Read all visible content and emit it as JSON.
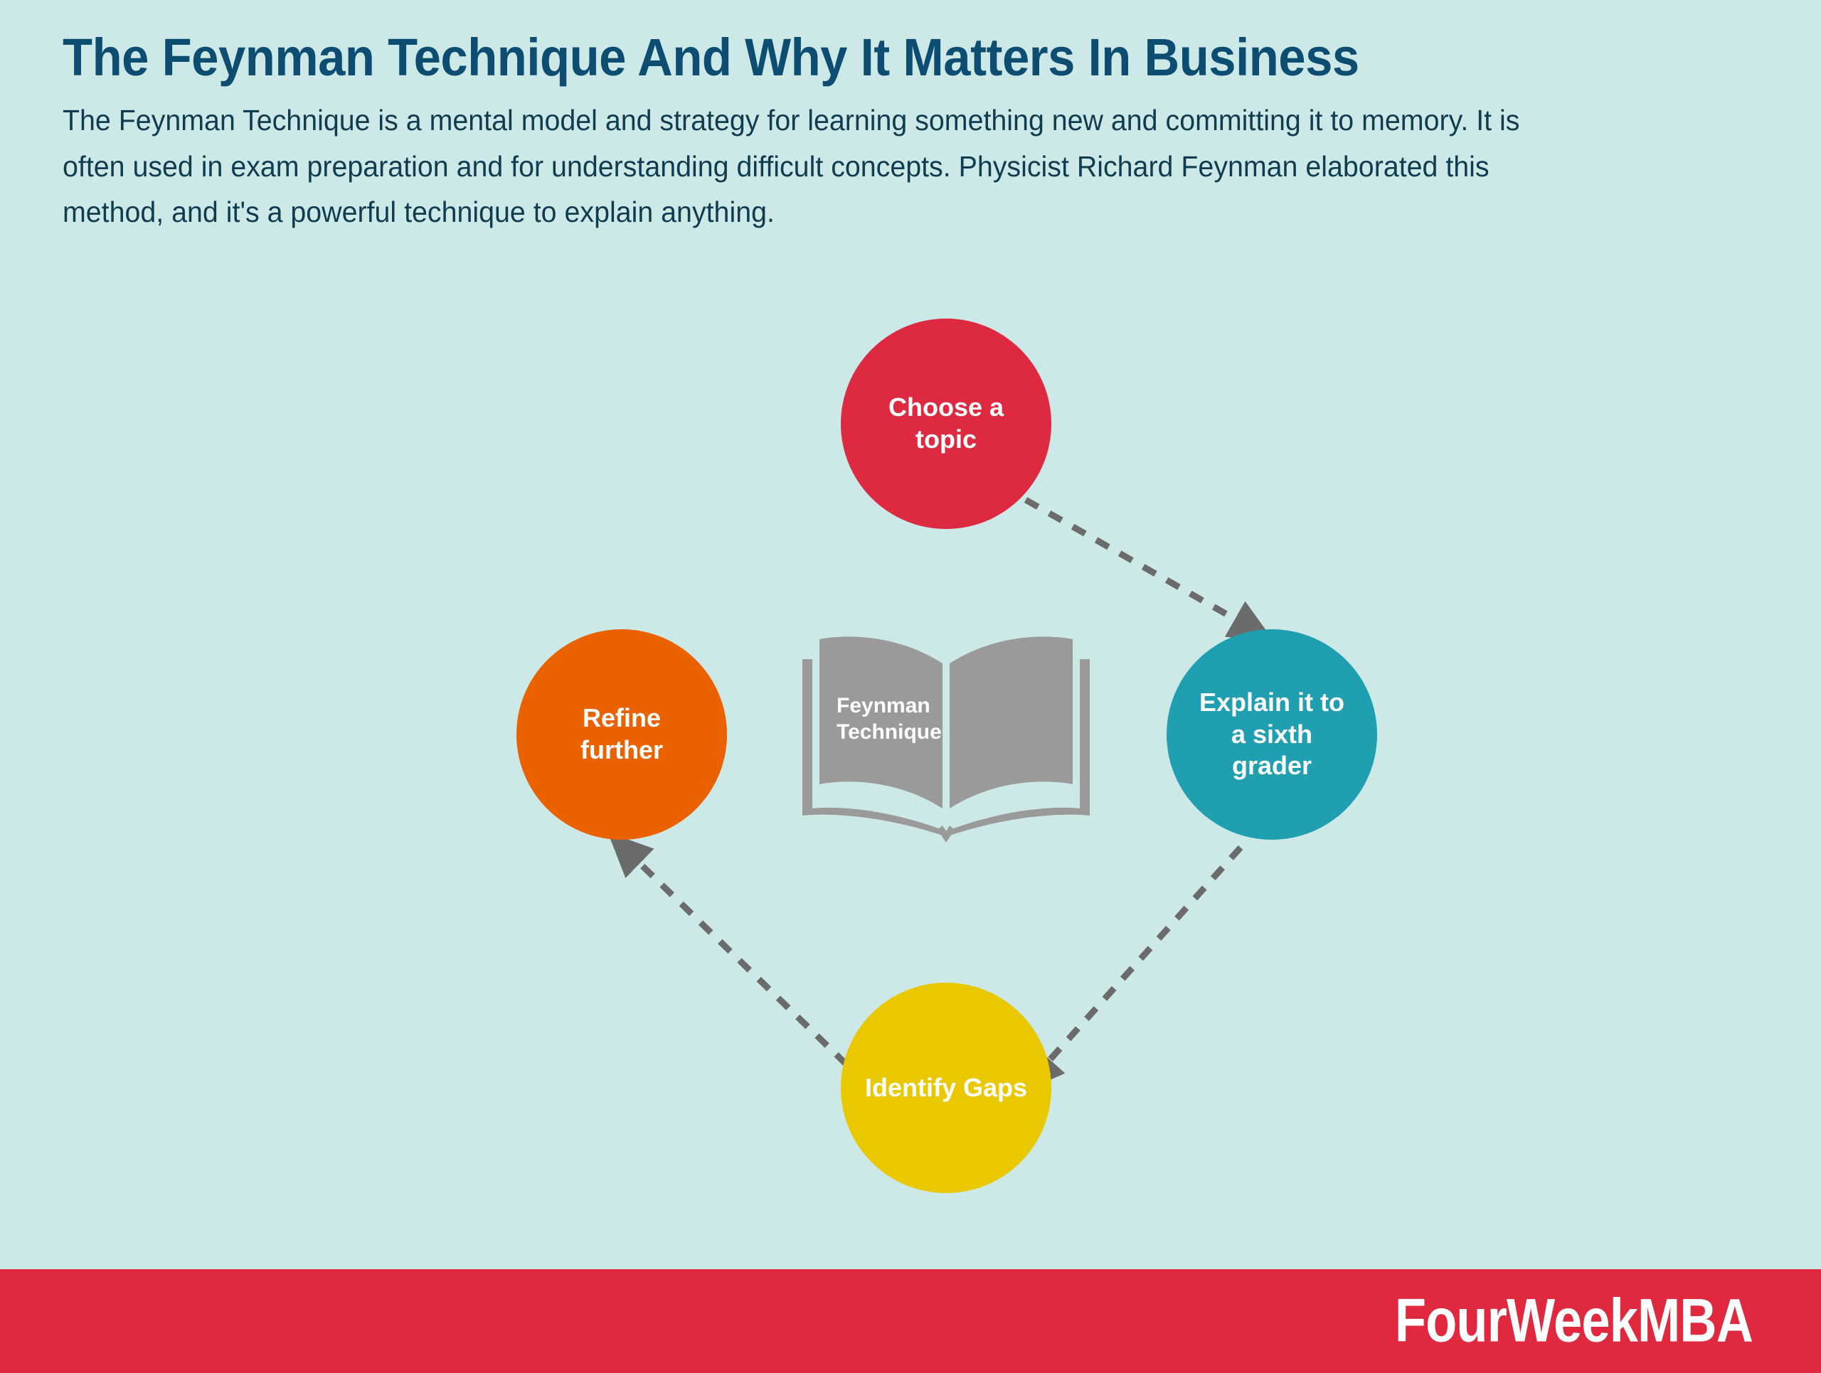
{
  "header": {
    "title": "The Feynman Technique And Why It Matters In Business",
    "subtitle": "The Feynman Technique is a mental model and strategy for learning something new and committing it to memory. It is often used in exam preparation and for understanding difficult concepts. Physicist Richard Feynman elaborated this method, and it's a powerful technique to explain anything."
  },
  "diagram": {
    "center": {
      "icon": "open-book-icon",
      "label_line1": "Feynman",
      "label_line2": "Technique",
      "color": "#9a9a9a"
    },
    "nodes": [
      {
        "id": "choose-topic",
        "label_line1": "Choose a",
        "label_line2": "topic",
        "color": "#de2a41",
        "position": "top"
      },
      {
        "id": "explain",
        "label_line1": "Explain it to",
        "label_line2": "a sixth",
        "label_line3": "grader",
        "color": "#1f9fb0",
        "position": "right"
      },
      {
        "id": "identify-gaps",
        "label_line1": "Identify Gaps",
        "color": "#eac800",
        "position": "bottom"
      },
      {
        "id": "refine",
        "label_line1": "Refine",
        "label_line2": "further",
        "color": "#ea6100",
        "position": "left"
      }
    ],
    "connectors": [
      {
        "from": "choose-topic",
        "to": "explain",
        "style": "dashed-arrow",
        "color": "#6b6b6b"
      },
      {
        "from": "explain",
        "to": "identify-gaps",
        "style": "dashed-arrow",
        "color": "#6b6b6b"
      },
      {
        "from": "identify-gaps",
        "to": "refine",
        "style": "dashed-arrow",
        "color": "#6b6b6b"
      }
    ]
  },
  "footer": {
    "brand": "FourWeekMBA",
    "background": "#e0283f"
  },
  "theme": {
    "background": "#cde9e7",
    "title_color": "#0d4d72",
    "body_text_color": "#0f3c4f"
  }
}
